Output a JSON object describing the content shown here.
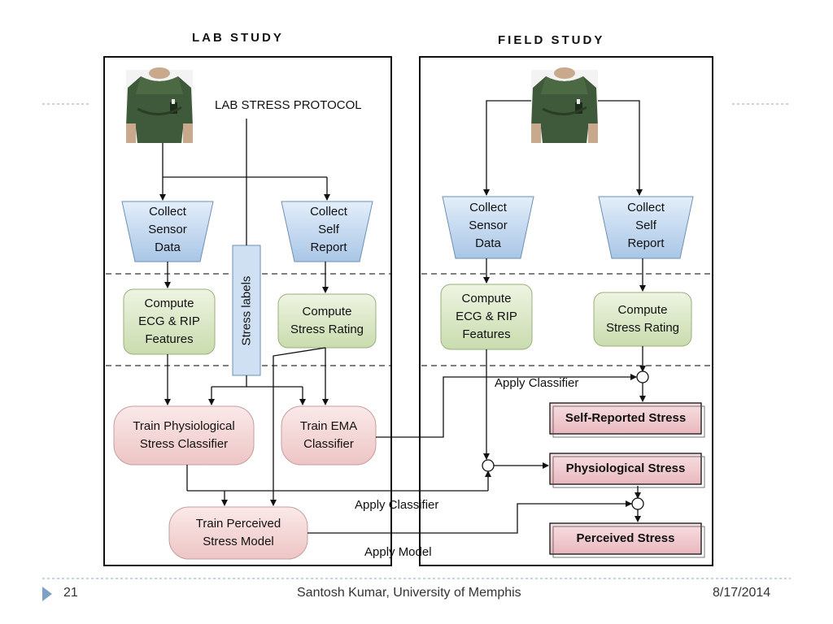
{
  "headings": {
    "lab": "LAB STUDY",
    "field": "FIELD STUDY"
  },
  "lab": {
    "protocol": "LAB STRESS PROTOCOL",
    "collect_sensor": "Collect\nSensor\nData",
    "collect_self": "Collect\nSelf\nReport",
    "compute_ecg": "Compute\nECG & RIP\nFeatures",
    "compute_stress": "Compute\nStress Rating",
    "stress_labels": "Stress labels",
    "train_phys": "Train Physiological\nStress Classifier",
    "train_ema": "Train EMA\nClassifier",
    "train_perceived": "Train Perceived\nStress Model"
  },
  "field": {
    "collect_sensor": "Collect\nSensor\nData",
    "collect_self": "Collect\nSelf\nReport",
    "compute_ecg": "Compute\nECG & RIP\nFeatures",
    "compute_stress": "Compute\nStress Rating",
    "self_reported": "Self-Reported Stress",
    "physiological": "Physiological Stress",
    "perceived": "Perceived Stress"
  },
  "connectors": {
    "apply_classifier_top": "Apply Classifier",
    "apply_classifier_bottom": "Apply Classifier",
    "apply_model": "Apply Model"
  },
  "icons": {
    "person": "person-wearing-sensor-shirt-icon",
    "bullet": "triangle-bullet-icon"
  },
  "colors": {
    "funnel": "#c7dcf0",
    "compute": "#dbe8c4",
    "train": "#f4d2d2",
    "output": "#f0c9cd"
  },
  "footer": {
    "slide_number": "21",
    "author": "Santosh Kumar, University of Memphis",
    "date": "8/17/2014"
  }
}
